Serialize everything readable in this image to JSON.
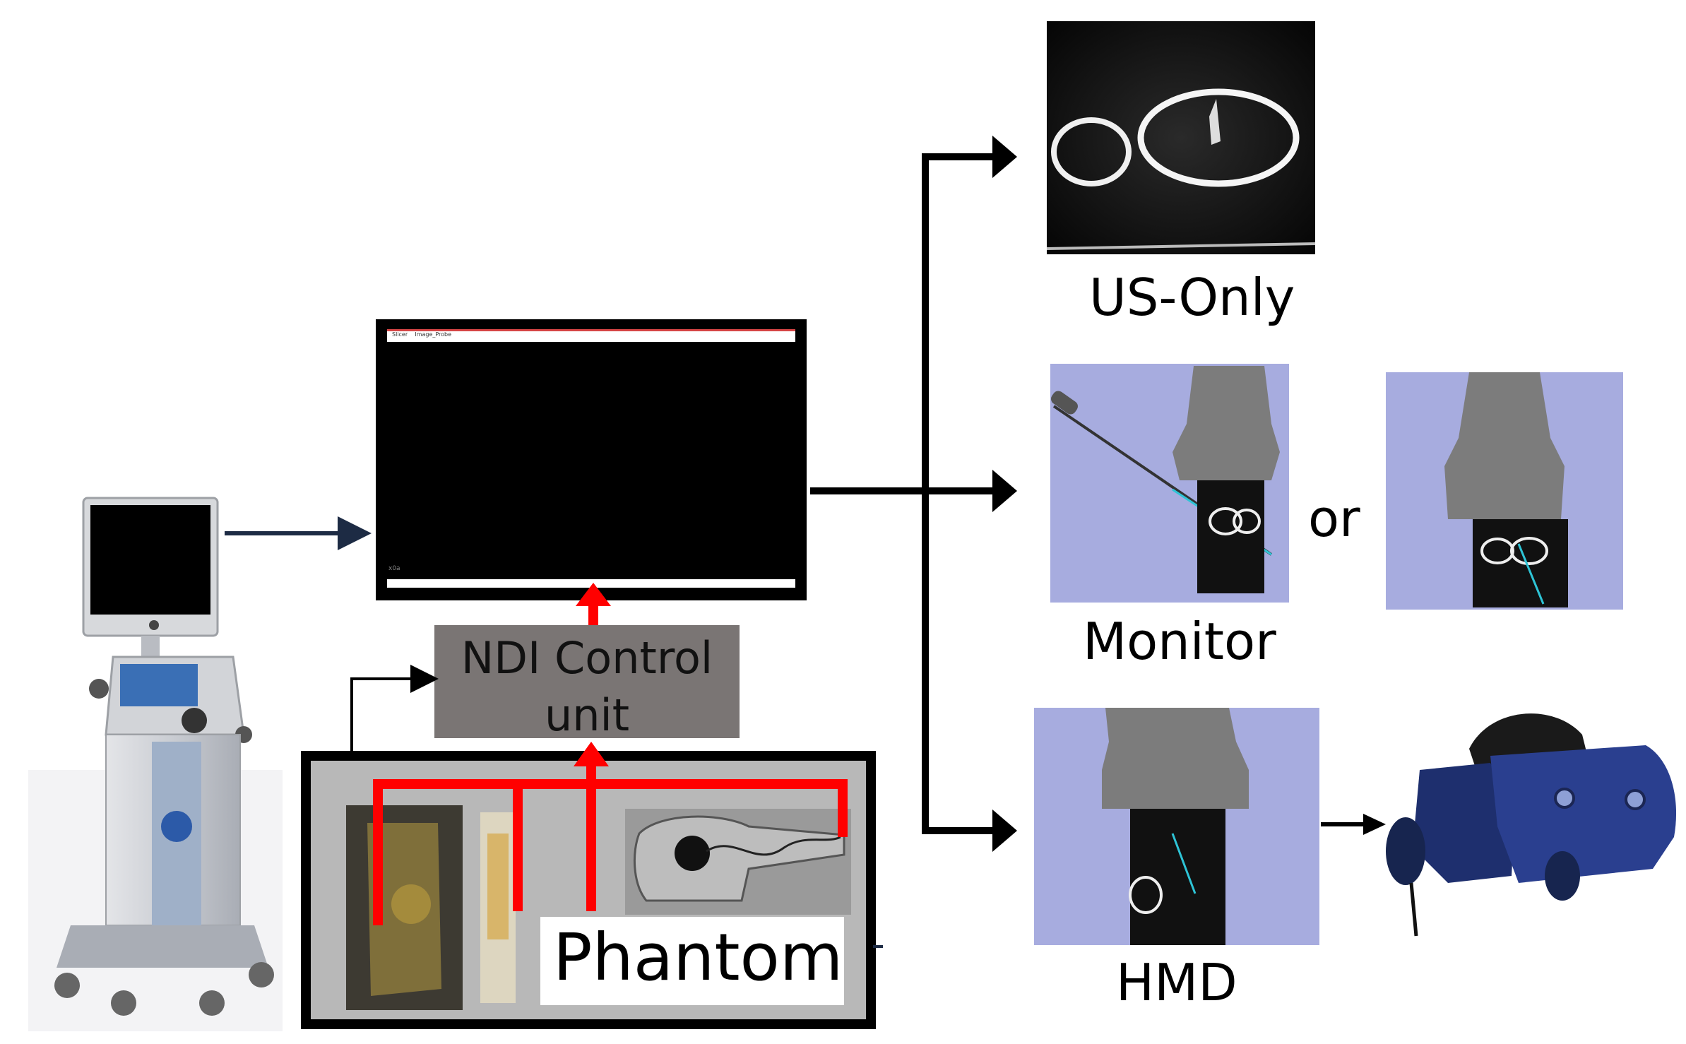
{
  "control_unit": {
    "line1": "NDI Control",
    "line2": "unit"
  },
  "phantom_label": "Phantom",
  "modes": {
    "us_only": "US-Only",
    "monitor": "Monitor",
    "or": "or",
    "hmd": "HMD"
  },
  "screen_tabs": {
    "tab1": "Slicer",
    "tab2": "Image_Probe"
  },
  "screen_footer": "x0a",
  "colors": {
    "red": "#ff0000",
    "black": "#000000",
    "navy": "#1d2b44",
    "box_gray": "#7a7574",
    "slicer_bg": "#a7acdf",
    "phantom_bg": "#b8b8b8"
  }
}
